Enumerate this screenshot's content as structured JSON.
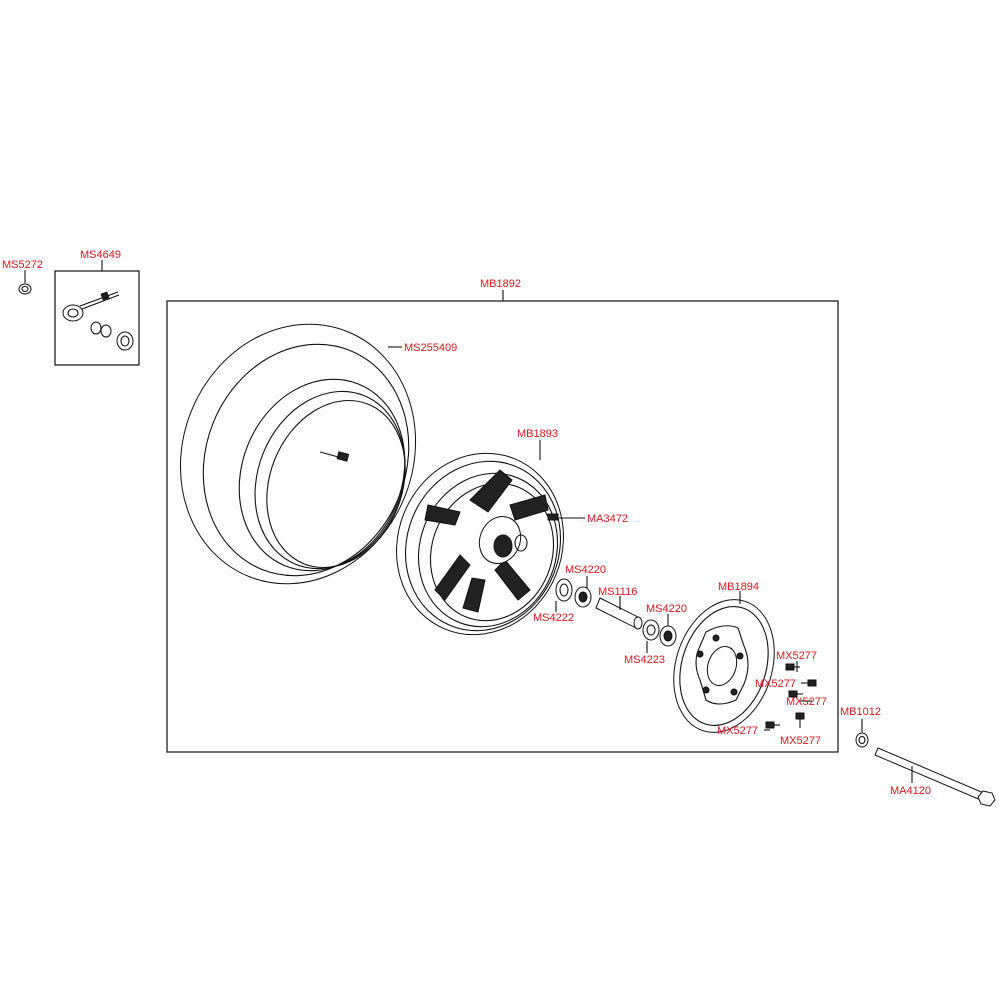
{
  "labels": {
    "ms5272": "MS5272",
    "ms4649": "MS4649",
    "mb1892": "MB1892",
    "ms255409": "MS255409",
    "mb1893": "MB1893",
    "ma3472": "MA3472",
    "ms4220_a": "MS4220",
    "ms4222": "MS4222",
    "ms1116": "MS1116",
    "ms4220_b": "MS4220",
    "ms4223": "MS4223",
    "mb1894": "MB1894",
    "mx5277_a": "MX5277",
    "mx5277_b": "MX5277",
    "mx5277_c": "MX5277",
    "mx5277_d": "MX5277",
    "mx5277_e": "MX5277",
    "mb1012": "MB1012",
    "ma4120": "MA4120"
  },
  "colors": {
    "label": "#e8141b",
    "line": "#111111"
  }
}
